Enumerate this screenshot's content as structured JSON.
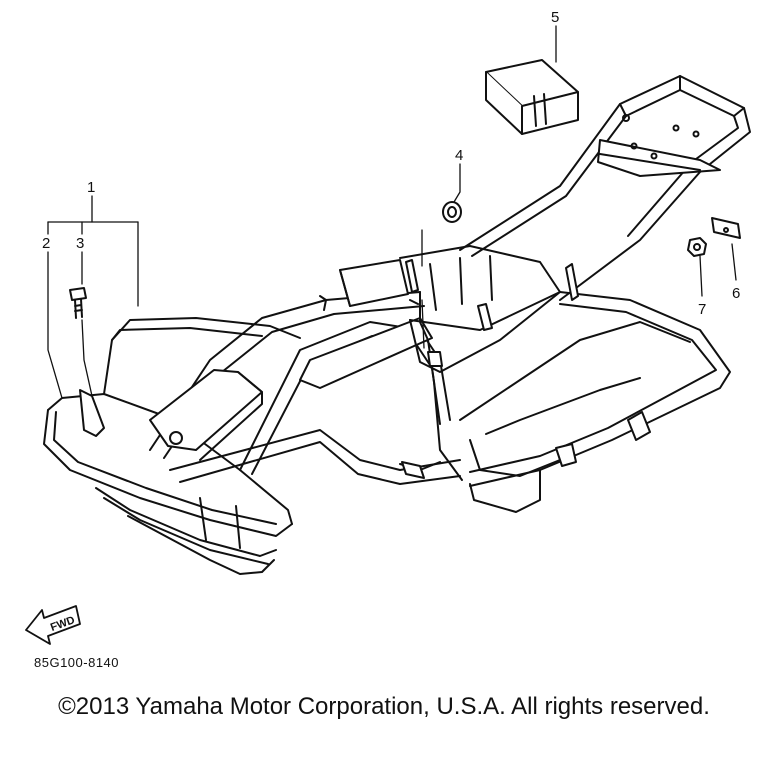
{
  "diagram": {
    "callouts": [
      "1",
      "2",
      "3",
      "4",
      "5",
      "6",
      "7"
    ],
    "fwd_label": "FWD",
    "part_code": "85G100-8140"
  },
  "footer": {
    "copyright": "©2013 Yamaha Motor Corporation, U.S.A. All rights reserved."
  }
}
